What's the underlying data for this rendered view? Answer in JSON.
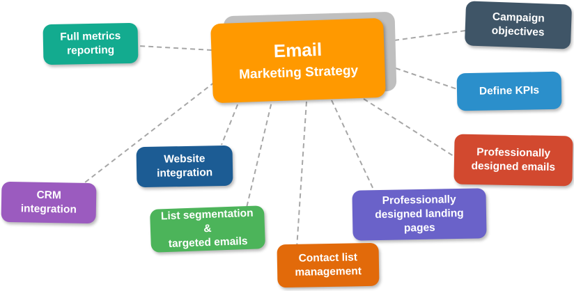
{
  "center": {
    "line1": "Email",
    "line2": "Marketing Strategy",
    "color": "#ff9900"
  },
  "nodes": [
    {
      "id": "campaign-objectives",
      "label": "Campaign\nobjectives",
      "color": "#3f5567"
    },
    {
      "id": "define-kpis",
      "label": "Define KPIs",
      "color": "#2b8fcb"
    },
    {
      "id": "professionally-designed-emails",
      "label": "Professionally\ndesigned emails",
      "color": "#d2492f"
    },
    {
      "id": "professionally-designed-landing-pages",
      "label": "Professionally\ndesigned landing pages",
      "color": "#6a62c9"
    },
    {
      "id": "contact-list-management",
      "label": "Contact list\nmanagement",
      "color": "#e26a0a"
    },
    {
      "id": "list-segmentation",
      "label": "List segmentation &\ntargeted emails",
      "color": "#4cb45a"
    },
    {
      "id": "website-integration",
      "label": "Website\nintegration",
      "color": "#1c5c94"
    },
    {
      "id": "crm-integration",
      "label": "CRM\nintegration",
      "color": "#9b5bbf"
    },
    {
      "id": "full-metrics-reporting",
      "label": "Full metrics\nreporting",
      "color": "#13ab8f"
    }
  ],
  "connector_color": "#a6a6a6"
}
